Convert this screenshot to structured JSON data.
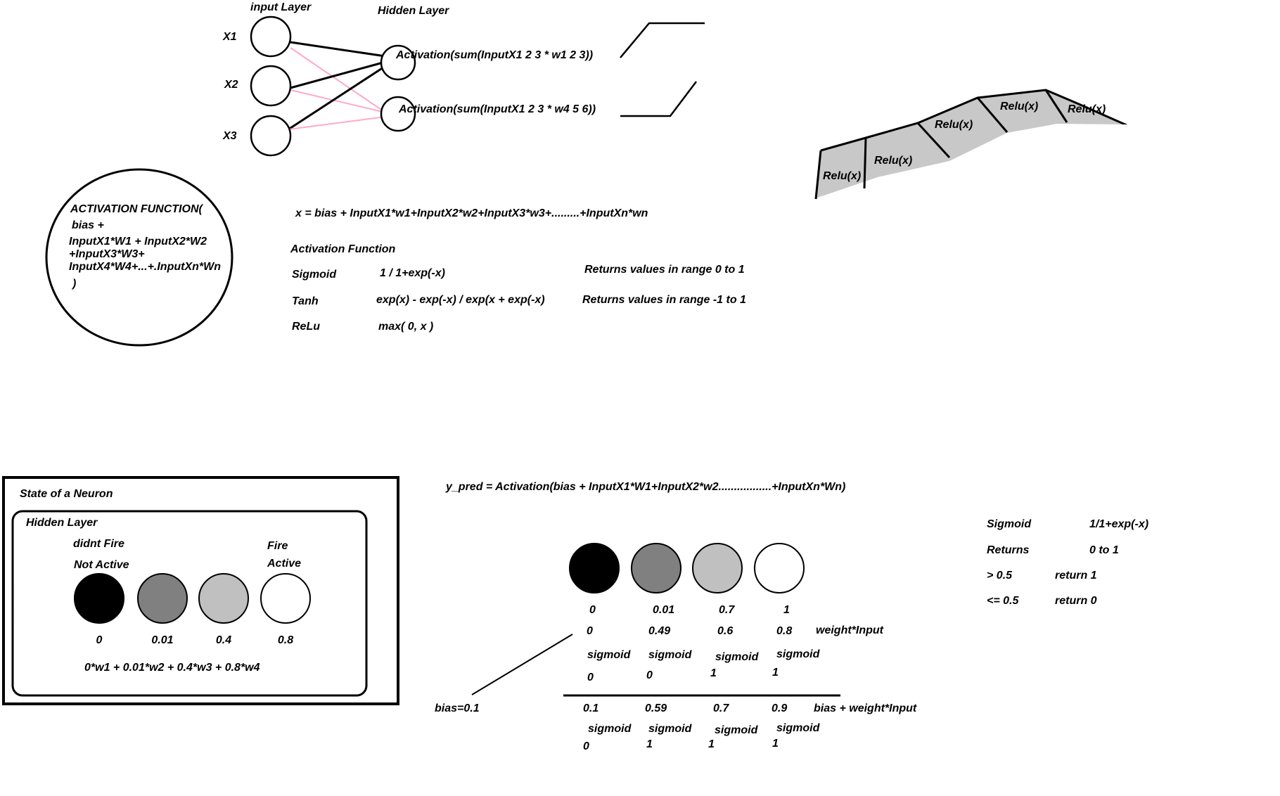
{
  "network": {
    "input_layer_label": "input Layer",
    "hidden_layer_label": "Hidden Layer",
    "inputs": [
      "X1",
      "X2",
      "X3"
    ],
    "hidden_nodes": [
      "Activation(sum(InputX1 2 3 * w1 2 3))",
      "Activation(sum(InputX1 2 3 * w4 5 6))"
    ]
  },
  "relu_segments": [
    "Relu(x)",
    "Relu(x)",
    "Relu(x)",
    "Relu(x)",
    "Relu(x)"
  ],
  "activation_circle": {
    "lines": [
      "ACTIVATION FUNCTION(",
      "bias +",
      "InputX1*W1 + InputX2*W2",
      "+InputX3*W3+",
      "InputX4*W4+...+.InputXn*Wn",
      ")"
    ]
  },
  "formula_x": "x = bias + InputX1*w1+InputX2*w2+InputX3*w3+.........+InputXn*wn",
  "activation_table": {
    "title": "Activation Function",
    "rows": [
      {
        "name": "Sigmoid",
        "formula": "1 / 1+exp(-x)",
        "note": "Returns values in range 0 to 1"
      },
      {
        "name": "Tanh",
        "formula": "exp(x) - exp(-x) / exp(x + exp(-x)",
        "note": "Returns values in range  -1 to 1"
      },
      {
        "name": "ReLu",
        "formula": "max( 0, x )",
        "note": ""
      }
    ]
  },
  "neuron_state": {
    "title": "State of a Neuron",
    "subtitle": "Hidden Layer",
    "left_label_1": "didnt Fire",
    "left_label_2": "Not Active",
    "right_label_1": "Fire",
    "right_label_2": "Active",
    "values": [
      "0",
      "0.01",
      "0.4",
      "0.8"
    ],
    "colors": [
      "#000000",
      "#808080",
      "#c0c0c0",
      "#ffffff"
    ],
    "equation": "0*w1   + 0.01*w2 + 0.4*w3 + 0.8*w4"
  },
  "y_pred": "y_pred = Activation(bias + InputX1*W1+InputX2*w2.................+InputXn*Wn)",
  "example": {
    "colors": [
      "#000000",
      "#808080",
      "#c0c0c0",
      "#ffffff"
    ],
    "activations": [
      "0",
      "0.01",
      "0.7",
      "1"
    ],
    "weighted": [
      "0",
      "0.49",
      "0.6",
      "0.8"
    ],
    "weighted_label": "weight*Input",
    "sigmoid_label": "sigmoid",
    "sigmoid_1": [
      "0",
      "0",
      "1",
      "1"
    ],
    "bias_label": "bias=0.1",
    "biased": [
      "0.1",
      "0.59",
      "0.7",
      "0.9"
    ],
    "biased_label": "bias + weight*Input",
    "sigmoid_2": [
      "0",
      "1",
      "1",
      "1"
    ]
  },
  "sigmoid_rule": {
    "rows": [
      {
        "left": "Sigmoid",
        "right": "1/1+exp(-x)"
      },
      {
        "left": "Returns",
        "right": "0 to 1"
      },
      {
        "left": "> 0.5",
        "right": "return 1"
      },
      {
        "left": "<= 0.5",
        "right": "return 0"
      }
    ]
  }
}
